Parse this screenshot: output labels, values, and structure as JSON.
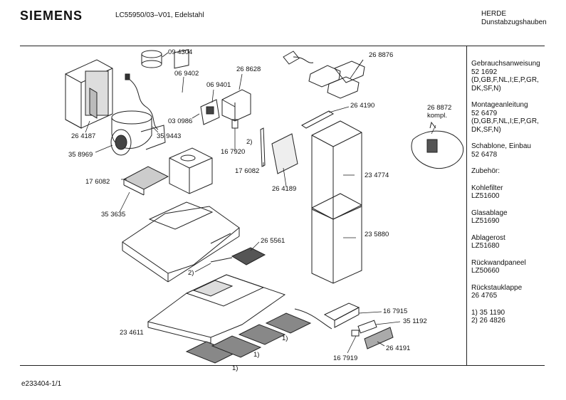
{
  "header": {
    "brand": "SIEMENS",
    "model": "LC55950/03–V01,  Edelstahl",
    "category_line1": "HERDE",
    "category_line2": "Dunstabzugshauben"
  },
  "footer": {
    "doc_id": "e233404-1/1"
  },
  "sidebar": {
    "blocks": [
      {
        "title": "Gebrauchsanweisung",
        "lines": [
          "52 1692",
          "(D,GB,F,NL,I;E,P,GR,",
          "DK,SF,N)"
        ]
      },
      {
        "title": "Montageanleitung",
        "lines": [
          "52 6479",
          "(D,GB,F,NL,I;E,P,GR,",
          "DK,SF,N)"
        ]
      },
      {
        "title": "Schablone, Einbau",
        "lines": [
          "52 6478"
        ]
      },
      {
        "title": "Zubehör:",
        "lines": []
      },
      {
        "title": "Kohlefilter",
        "lines": [
          "LZ51600"
        ]
      },
      {
        "title": "Glasablage",
        "lines": [
          "LZ51690"
        ]
      },
      {
        "title": "Ablagerost",
        "lines": [
          "LZ51680"
        ]
      },
      {
        "title": "Rückwandpaneel",
        "lines": [
          "LZ50660"
        ]
      },
      {
        "title": "Rückstauklappe",
        "lines": [
          "26 4765"
        ]
      },
      {
        "title": "",
        "lines": [
          "1)  35 1190",
          "2)  26 4826"
        ]
      }
    ]
  },
  "parts": {
    "p094304": "09 4304",
    "p069402": "06 9402",
    "p268628": "26 8628",
    "p069401": "06 9401",
    "p030986": "03 0986",
    "p268876": "26 8876",
    "p264190": "26 4190",
    "p268872": "26 8872",
    "kompl": "kompl.",
    "p264187": "26 4187",
    "p359443": "35 9443",
    "p358969": "35 8969",
    "p167920": "16 7920",
    "n2a": "2)",
    "p176082a": "17 6082",
    "p176082b": "17 6082",
    "p264189": "26 4189",
    "p234774": "23 4774",
    "p353635": "35 3635",
    "p265561": "26 5561",
    "p235880": "23 5880",
    "n2b": "2)",
    "p234611": "23 4611",
    "n1a": "1)",
    "n1b": "1)",
    "n1c": "1)",
    "p167915": "16 7915",
    "p351192": "35 1192",
    "p167919": "16 7919",
    "p264191": "26 4191"
  }
}
